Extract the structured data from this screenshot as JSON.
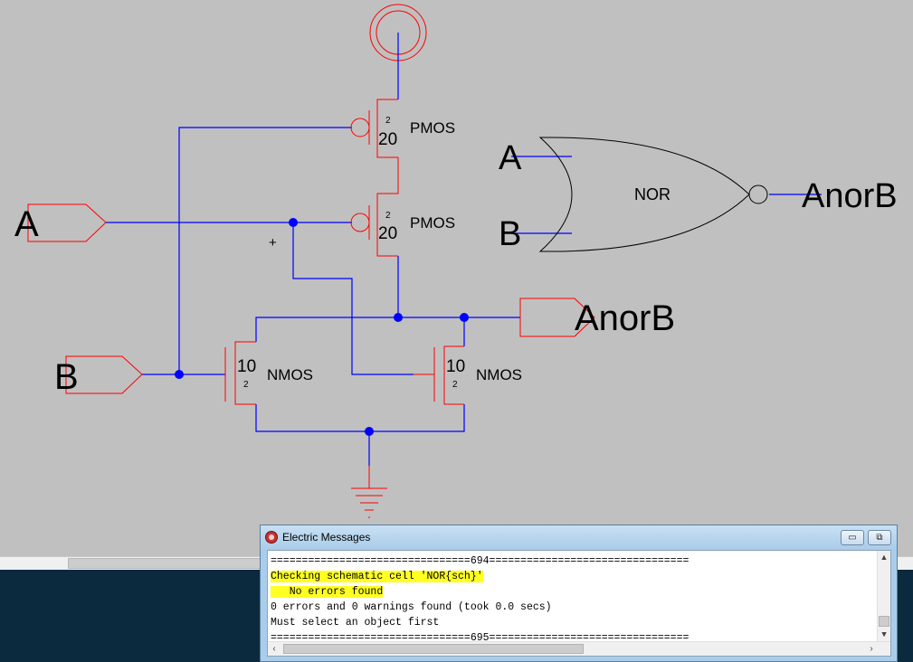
{
  "schematic": {
    "port_a": "A",
    "port_b": "B",
    "port_out": "AnorB",
    "transistors": [
      {
        "type": "PMOS",
        "width": "20",
        "length": "2"
      },
      {
        "type": "PMOS",
        "width": "20",
        "length": "2"
      },
      {
        "type": "NMOS",
        "width": "10",
        "length": "2"
      },
      {
        "type": "NMOS",
        "width": "10",
        "length": "2"
      }
    ],
    "cursor_glyph": "+"
  },
  "icon": {
    "gate_label": "NOR",
    "in_a": "A",
    "in_b": "B",
    "out": "AnorB"
  },
  "messages": {
    "title": "Electric Messages",
    "lines": [
      "================================694================================",
      "Checking schematic cell 'NOR{sch}'",
      "   No errors found",
      "0 errors and 0 warnings found (took 0.0 secs)",
      "Must select an object first",
      "================================695================================"
    ],
    "minimize_glyph": "▭",
    "restore_glyph": "⧉",
    "up_glyph": "▲",
    "down_glyph": "▲",
    "left_glyph": "‹",
    "right_glyph": "›"
  },
  "colors": {
    "wire": "#0000ff",
    "component": "#ff0000",
    "background": "#c0c0c0",
    "highlight": "#ffff22"
  }
}
